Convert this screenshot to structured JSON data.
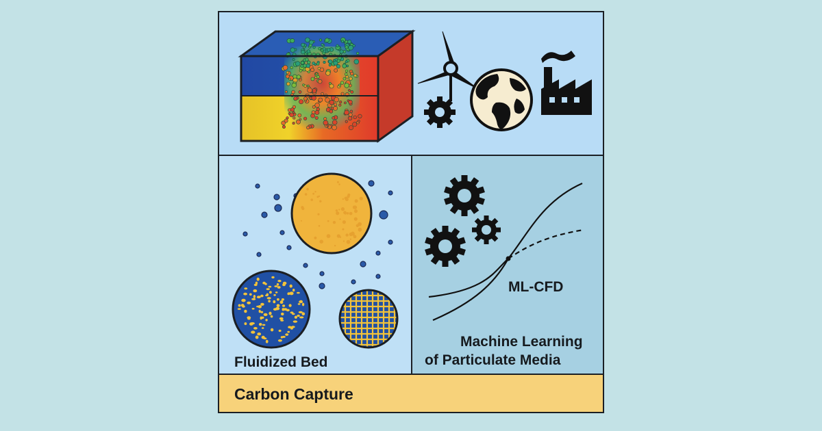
{
  "labels": {
    "fluidized_bed": "Fluidized Bed",
    "ml_cfd": "ML-CFD",
    "ml_line1": "Machine Learning",
    "ml_line2": "of Particulate Media",
    "carbon_capture": "Carbon Capture"
  },
  "colors": {
    "background": "#c3e2e6",
    "outline": "#1b1f24",
    "bed_blue": "#1f4aa0",
    "bed_yellow": "#e8c22a",
    "bed_red": "#e0392a",
    "particle_orange": "#f0b43c",
    "footer": "#f7d27a"
  },
  "icons": [
    "wind-turbine-icon",
    "gear-icon",
    "globe-icon",
    "factory-icon"
  ]
}
